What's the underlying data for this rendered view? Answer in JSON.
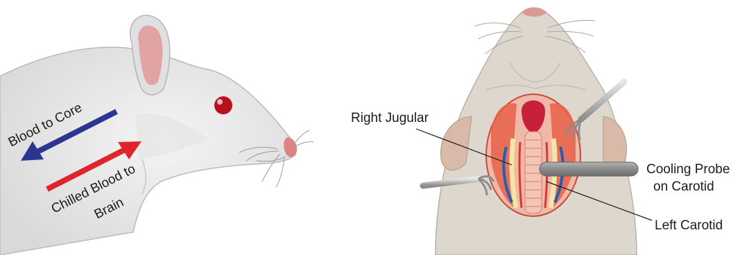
{
  "left_panel": {
    "arrow_blue_label": "Blood to Core",
    "arrow_red_label_line1": "Chilled Blood to",
    "arrow_red_label_line2": "Brain",
    "colors": {
      "blue_arrow": "#2c3591",
      "red_arrow": "#e0242b",
      "eye": "#c8102e"
    }
  },
  "right_panel": {
    "label_right_jugular": "Right Jugular",
    "label_probe_line1": "Cooling Probe",
    "label_probe_line2": "on Carotid",
    "label_left_carotid": "Left Carotid",
    "colors": {
      "probe": "#8f8f8f",
      "jugular": "#1f5fb5",
      "muscle": "#e8604a"
    }
  }
}
